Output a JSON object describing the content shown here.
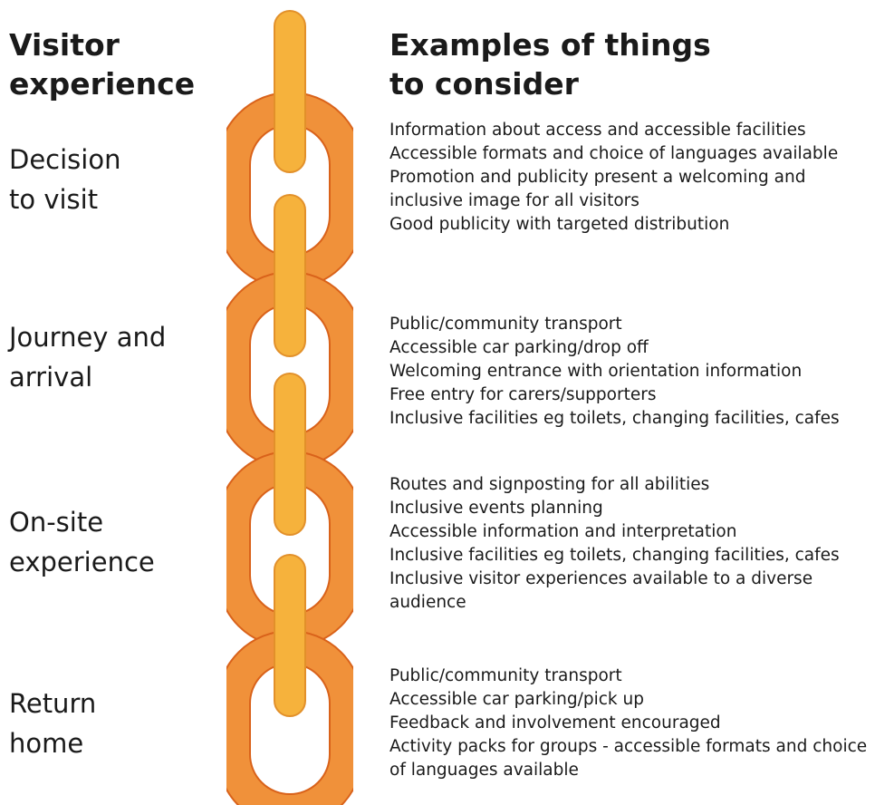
{
  "header": {
    "left_title": "Visitor\nexperience",
    "right_title": "Examples of things\nto consider"
  },
  "stages": [
    {
      "label": "Decision\nto visit",
      "items": [
        "Information about access and accessible facilities",
        "Accessible formats and choice of languages available",
        "Promotion and publicity present a welcoming and inclusive image for all visitors",
        "Good publicity with targeted distribution"
      ]
    },
    {
      "label": "Journey and\narrival",
      "items": [
        "Public/community transport",
        "Accessible car parking/drop off",
        "Welcoming entrance with orientation information",
        "Free entry for carers/supporters",
        "Inclusive facilities eg toilets, changing facilities, cafes"
      ]
    },
    {
      "label": "On-site\nexperience",
      "items": [
        "Routes and signposting for all abilities",
        "Inclusive events planning",
        "Accessible information and interpretation",
        "Inclusive facilities eg toilets, changing facilities, cafes",
        "Inclusive visitor experiences available to a diverse audience"
      ]
    },
    {
      "label": "Return\nhome",
      "items": [
        "Public/community transport",
        "Accessible car parking/pick up",
        "Feedback and involvement encouraged",
        "Activity packs for groups - accessible formats and choice of languages available"
      ]
    }
  ],
  "colors": {
    "link_orange": "#f0913a",
    "link_outline": "#d9621a",
    "link_yellow": "#f6b23c",
    "link_yellow_outline": "#e2902a"
  },
  "icons": {
    "chain": "chain-icon"
  }
}
